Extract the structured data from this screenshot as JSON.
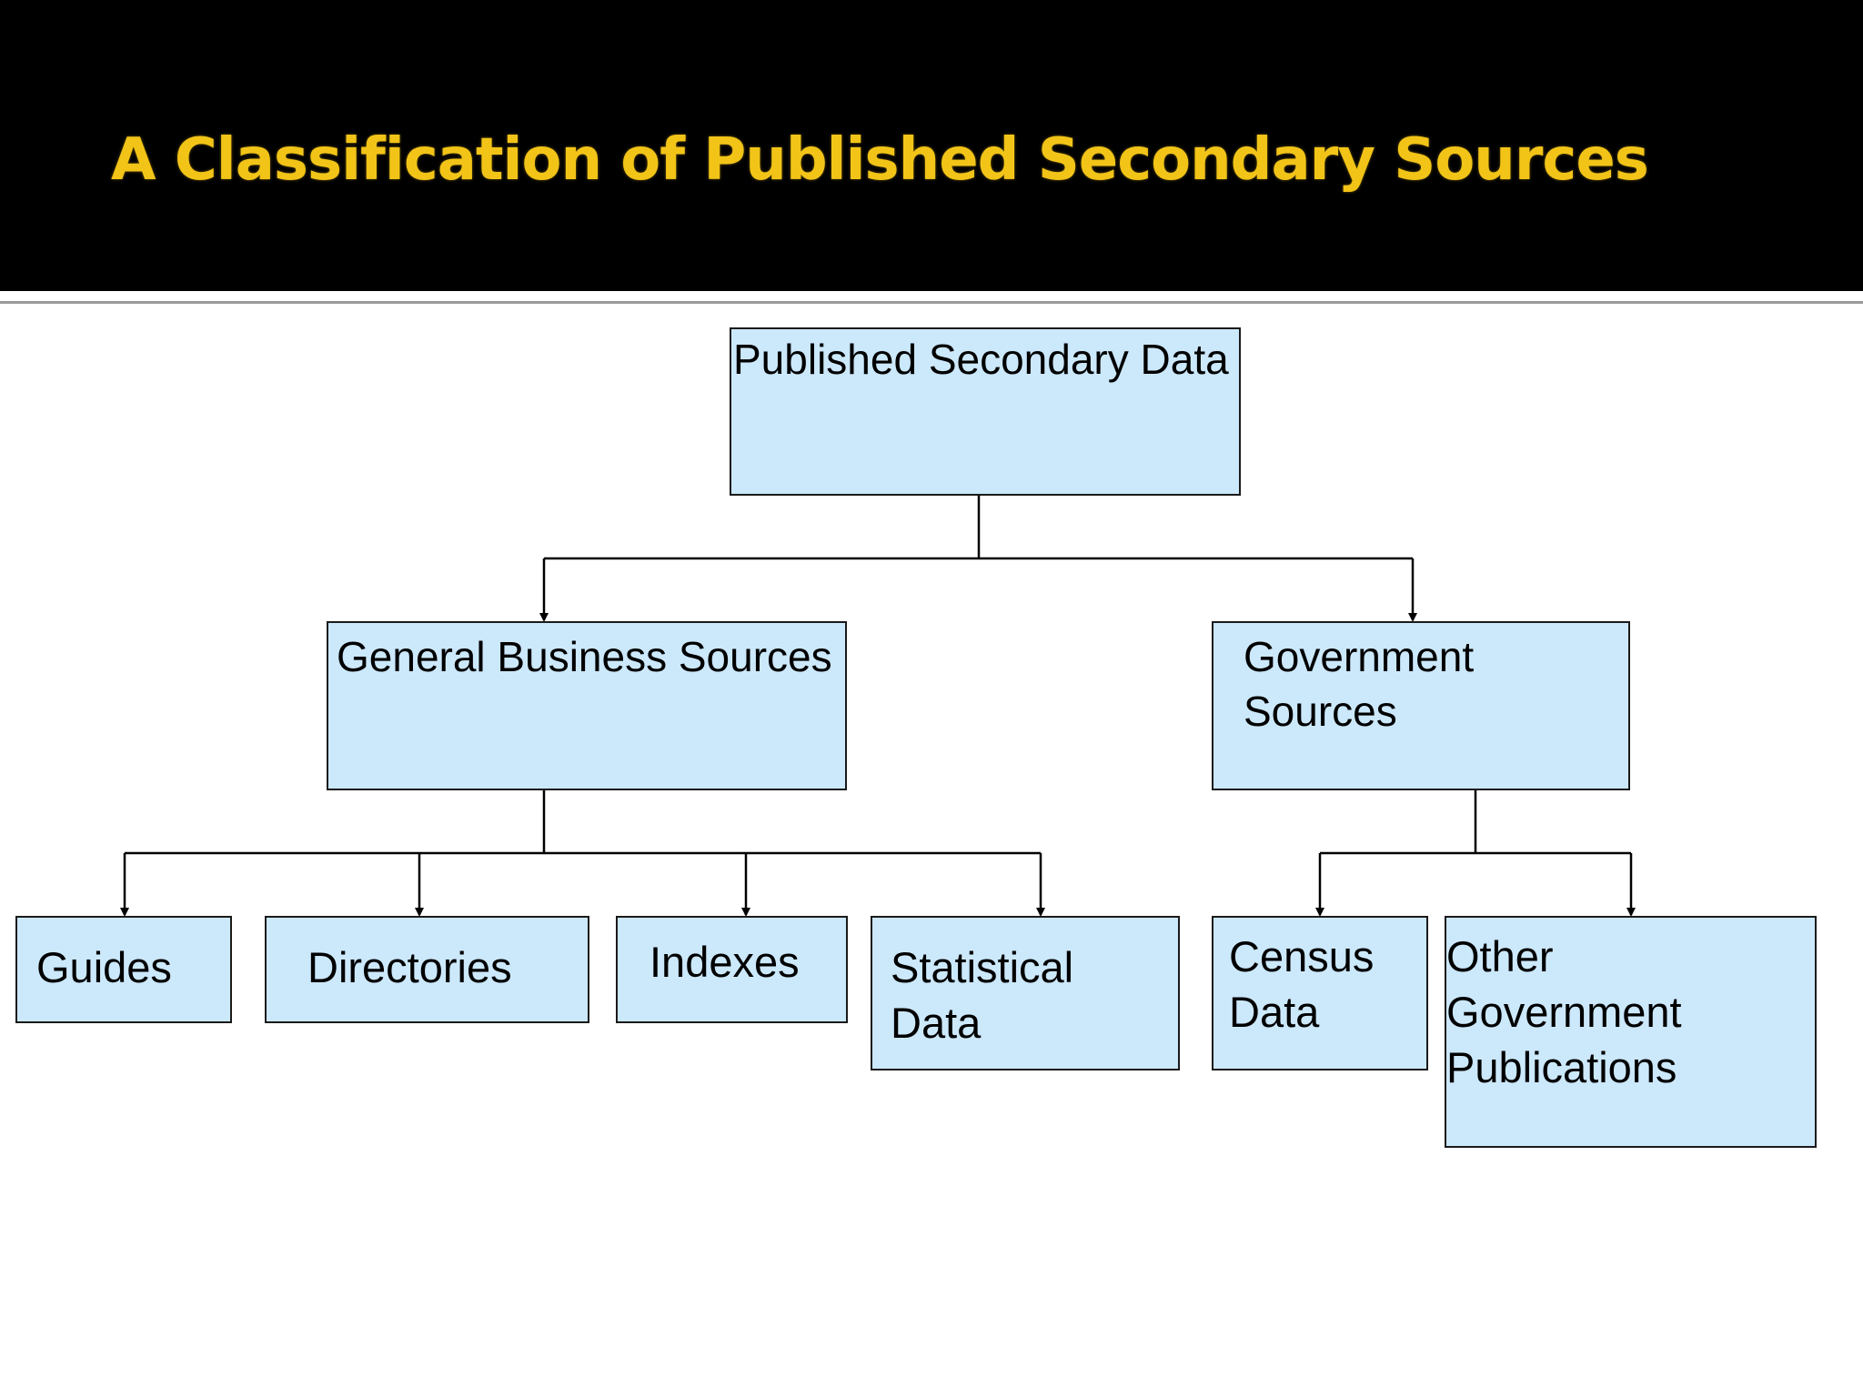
{
  "slide": {
    "title": "A Classification of Published Secondary Sources",
    "title_color": "#f2c418",
    "title_bar_color": "#000000",
    "node_fill": "#cce8fb",
    "node_border": "#1a1a1a"
  },
  "diagram": {
    "root": {
      "label": "Published Secondary Data"
    },
    "general_business": {
      "label": "General Business Sources"
    },
    "government": {
      "label": "Government\nSources"
    },
    "guides": {
      "label": "Guides"
    },
    "directories": {
      "label": "Directories"
    },
    "indexes": {
      "label": "Indexes"
    },
    "statistical_data": {
      "label": "Statistical\nData"
    },
    "census_data": {
      "label": "Census\nData"
    },
    "other_gov_pubs": {
      "label": "Other\nGovernment\nPublications"
    }
  }
}
